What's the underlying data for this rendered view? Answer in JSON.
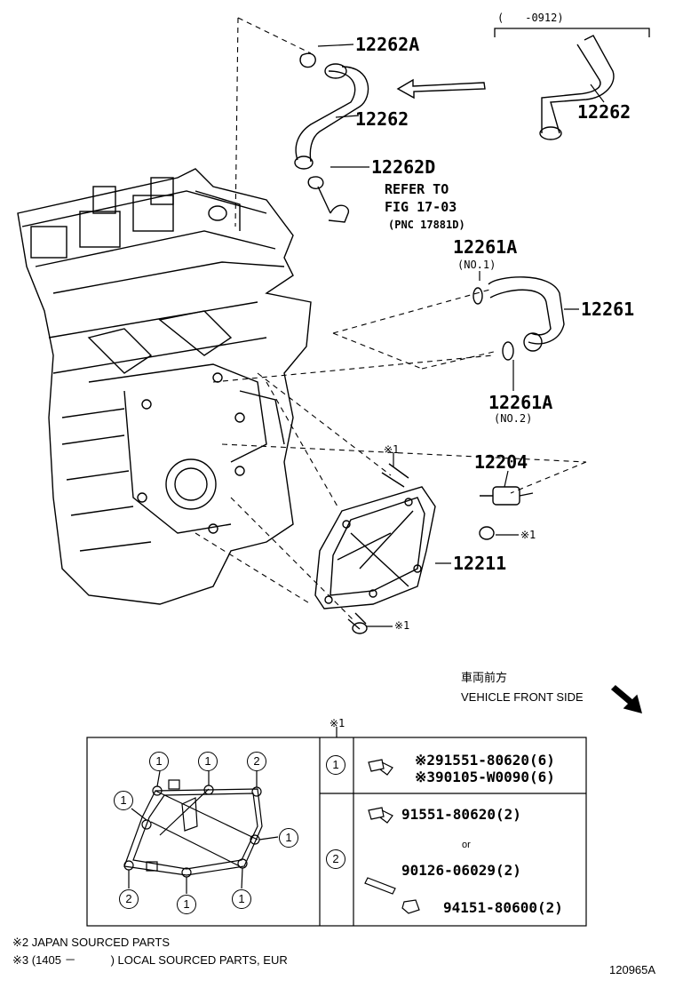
{
  "header": {
    "date_range": "(　　-0912)"
  },
  "labels": {
    "p12262A": "12262A",
    "p12262_top": "12262",
    "p12262_mid": "12262",
    "p12262D": "12262D",
    "refer_line1": "REFER TO",
    "refer_line2": "FIG 17-03",
    "refer_line3": "(PNC 17881D)",
    "p12261A_1": "12261A",
    "no1": "(NO.1)",
    "p12261": "12261",
    "p12261A_2": "12261A",
    "no2": "(NO.2)",
    "p12204": "12204",
    "mark1_stud": "※1",
    "mark1_nut": "※1",
    "p12211": "12211",
    "mark1_bolt": "※1"
  },
  "direction": {
    "japanese": "車両前方",
    "english": "VEHICLE FRONT SIDE"
  },
  "table": {
    "header_mark": "※1",
    "row1": {
      "circle": "1",
      "line1": "※291551-80620(6)",
      "line2": "※390105-W0090(6)"
    },
    "row2": {
      "circle": "2",
      "line1": "91551-80620(2)",
      "or": "or",
      "line2": "90126-06029(2)",
      "line3": "94151-80600(2)"
    },
    "diagram_circles": [
      "1",
      "1",
      "2",
      "1",
      "1",
      "2",
      "1",
      "1"
    ]
  },
  "footnotes": {
    "note2": "※2 JAPAN SOURCED PARTS",
    "note3": "※3 (1405 －　　　) LOCAL SOURCED PARTS, EUR"
  },
  "illustration_id": "120965A"
}
